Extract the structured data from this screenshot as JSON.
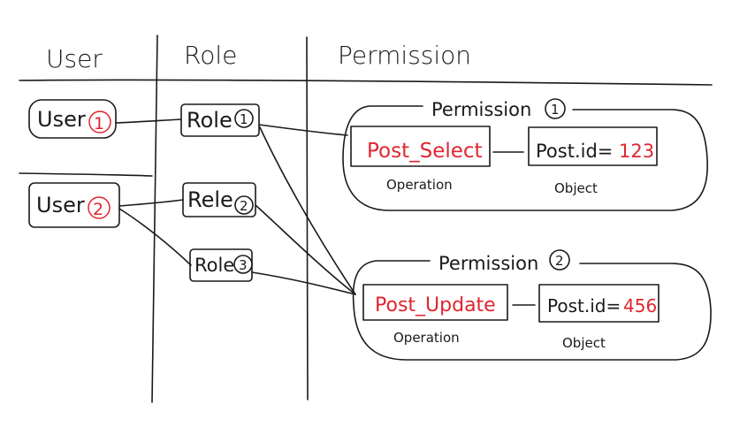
{
  "columns": {
    "user": "User",
    "role": "Role",
    "permission": "Permission"
  },
  "users": [
    {
      "label": "User",
      "num": "1"
    },
    {
      "label": "User",
      "num": "2"
    }
  ],
  "roles": [
    {
      "label": "Role",
      "num": "1"
    },
    {
      "label": "Rele",
      "num": "2"
    },
    {
      "label": "Role",
      "num": "3"
    }
  ],
  "permissions": [
    {
      "title": "Permission",
      "num": "1",
      "operation": "Post_Select",
      "operation_caption": "Operation",
      "object_prefix": "Post.id=",
      "object_value": "123",
      "object_caption": "Object"
    },
    {
      "title": "Permission",
      "num": "2",
      "operation": "Post_Update",
      "operation_caption": "Operation",
      "object_prefix": "Post.id=",
      "object_value": "456",
      "object_caption": "Object"
    }
  ],
  "colors": {
    "ink": "#1a1a1a",
    "accent": "#e0262f"
  }
}
